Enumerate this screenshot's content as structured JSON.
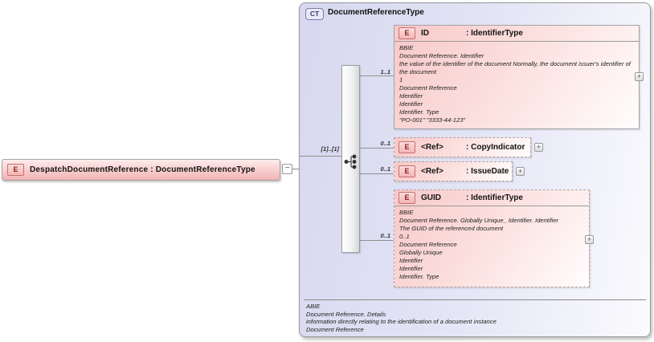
{
  "badges": {
    "element": "E",
    "complex_type": "CT"
  },
  "icons": {
    "collapse": "−",
    "expand": "+"
  },
  "root_element": {
    "label": "DespatchDocumentReference : DocumentReferenceType"
  },
  "sequence": {
    "cardinality": "[1]..[1]"
  },
  "type_panel": {
    "title": "DocumentReferenceType",
    "footer_lines": [
      "ABIE",
      "Document Reference. Details",
      "information directly relating to the identification of a document instance",
      "Document Reference"
    ]
  },
  "elements": [
    {
      "name": "ID",
      "type": ": IdentifierType",
      "cardinality": "1..1",
      "annotation_lines": [
        "BBIE",
        "Document Reference. Identifier",
        "the value of the identifier of the document Normally, the document issuer's identifier of the document",
        "1",
        "Document Reference",
        "Identifier",
        "Identifier",
        "Identifier. Type",
        "\"PO-001\" \"3333-44-123\""
      ]
    },
    {
      "name": "<Ref>",
      "type": ": CopyIndicator",
      "cardinality": "0..1"
    },
    {
      "name": "<Ref>",
      "type": ": IssueDate",
      "cardinality": "0..1"
    },
    {
      "name": "GUID",
      "type": ": IdentifierType",
      "cardinality": "0..1",
      "annotation_lines": [
        "BBIE",
        "Document Reference. Globally Unique_ Identifier. Identifier",
        "The GUID of the referenced document",
        "0..1",
        "Document Reference",
        "Globally Unique",
        "Identifier",
        "Identifier",
        "Identifier. Type"
      ]
    }
  ]
}
